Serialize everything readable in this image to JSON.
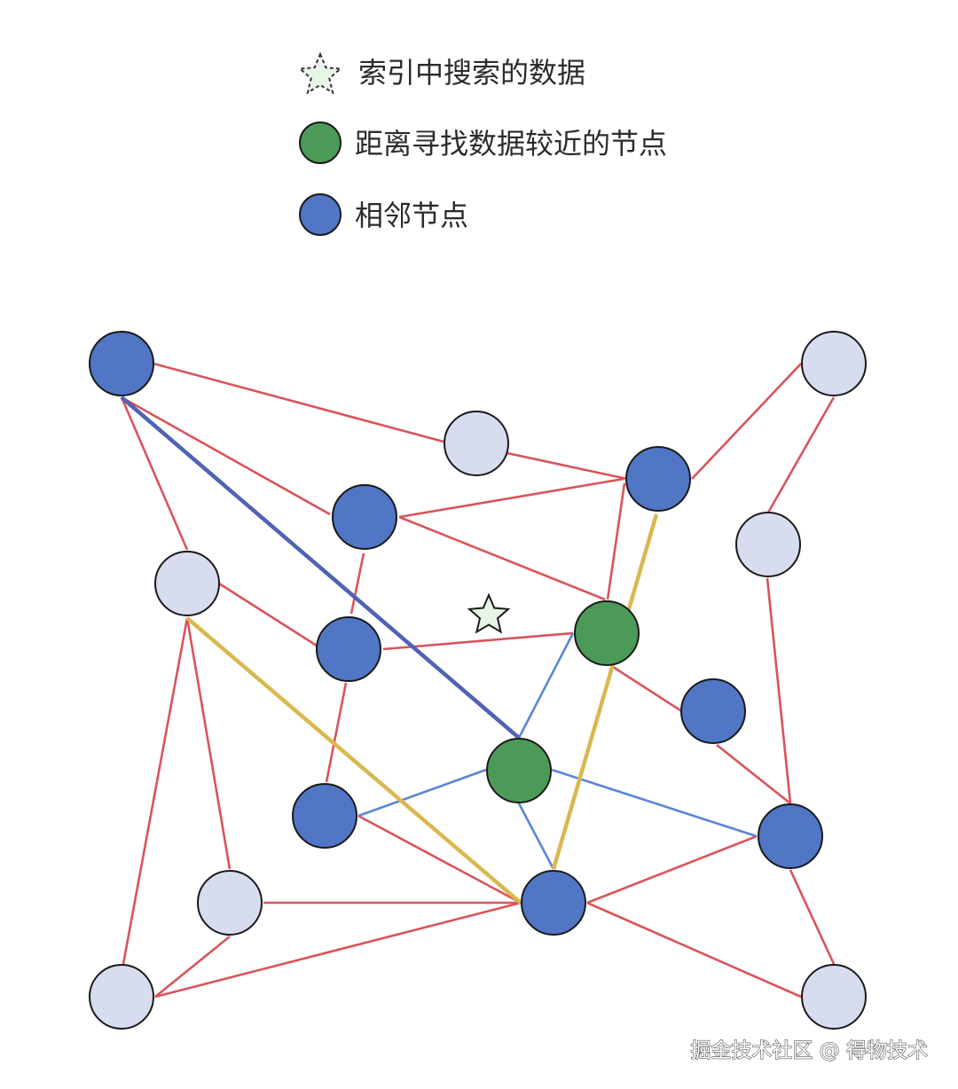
{
  "legend": {
    "search_target": "索引中搜索的数据",
    "nearest_node": "距离寻找数据较近的节点",
    "neighbor_node": "相邻节点"
  },
  "watermark": "掘金技术社区 @ 得物技术",
  "colors": {
    "edge_default": "#d9545a",
    "edge_blue_path": "#4f62b4",
    "edge_yellow_path": "#dab84f",
    "edge_light_blue": "#5a86d4",
    "node_neighbor_fill": "#5076c5",
    "node_nearest_fill": "#4c9a58",
    "node_other_fill": "#d7dcef",
    "star_fill": "#e6f5e6"
  },
  "icons": {
    "target_marker": "star-icon",
    "nearest_marker": "green-circle-icon",
    "neighbor_marker": "blue-circle-icon"
  }
}
